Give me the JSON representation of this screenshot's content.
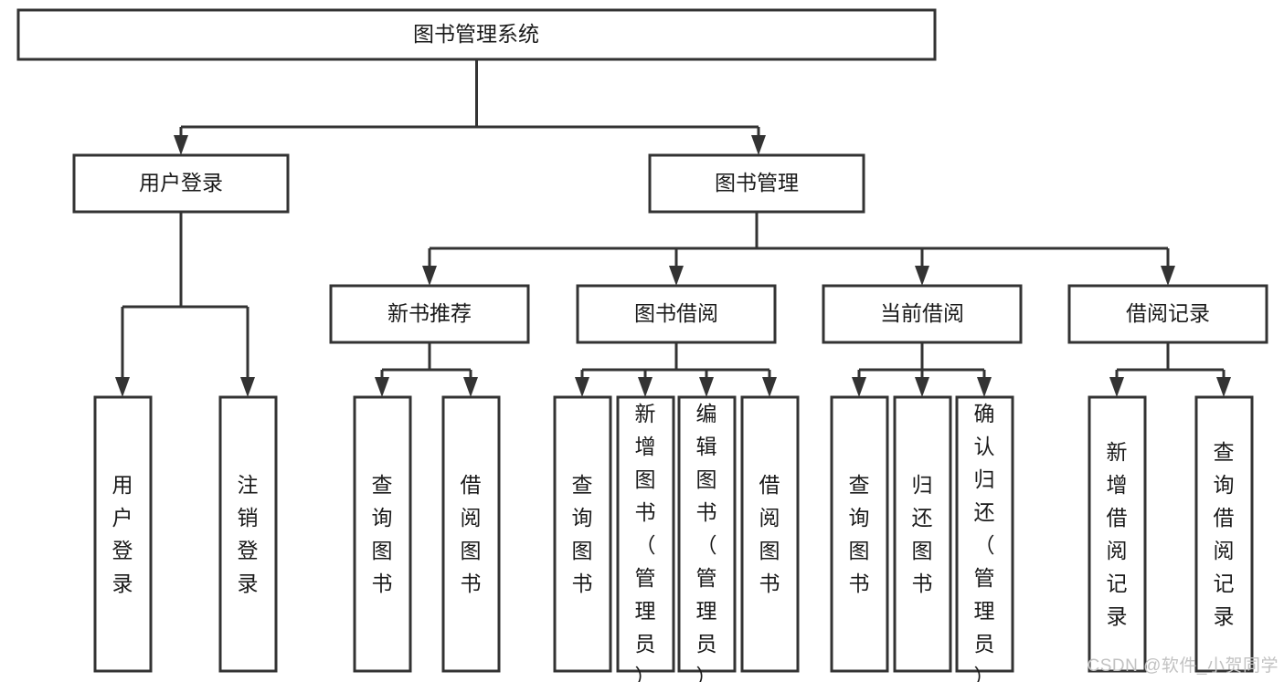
{
  "diagram": {
    "title": "图书管理系统",
    "type": "tree",
    "watermark": "CSDN @软件_小贺同学",
    "nodes": {
      "root": {
        "label": "图书管理系统",
        "level": 0,
        "orientation": "horizontal"
      },
      "login": {
        "label": "用户登录",
        "level": 1,
        "orientation": "horizontal"
      },
      "book_mgmt": {
        "label": "图书管理",
        "level": 1,
        "orientation": "horizontal"
      },
      "new_book_rec": {
        "label": "新书推荐",
        "level": 2,
        "orientation": "horizontal"
      },
      "book_borrow": {
        "label": "图书借阅",
        "level": 2,
        "orientation": "horizontal"
      },
      "current_borrow": {
        "label": "当前借阅",
        "level": 2,
        "orientation": "horizontal"
      },
      "borrow_record": {
        "label": "借阅记录",
        "level": 2,
        "orientation": "horizontal"
      },
      "leaf_user_login": {
        "label": "用户登录",
        "level": 3,
        "orientation": "vertical",
        "align": "middle"
      },
      "leaf_logout": {
        "label": "注销登录",
        "level": 3,
        "orientation": "vertical",
        "align": "middle"
      },
      "leaf_query_book_1": {
        "label": "查询图书",
        "level": 3,
        "orientation": "vertical",
        "align": "middle"
      },
      "leaf_borrow_book_1": {
        "label": "借阅图书",
        "level": 3,
        "orientation": "vertical",
        "align": "middle"
      },
      "leaf_query_book_2": {
        "label": "查询图书",
        "level": 3,
        "orientation": "vertical",
        "align": "middle"
      },
      "leaf_add_book": {
        "label": "新增图书（管理员）",
        "level": 3,
        "orientation": "vertical",
        "align": "top"
      },
      "leaf_edit_book": {
        "label": "编辑图书（管理员）",
        "level": 3,
        "orientation": "vertical",
        "align": "top"
      },
      "leaf_borrow_book_2": {
        "label": "借阅图书",
        "level": 3,
        "orientation": "vertical",
        "align": "middle"
      },
      "leaf_query_book_3": {
        "label": "查询图书",
        "level": 3,
        "orientation": "vertical",
        "align": "middle"
      },
      "leaf_return_book": {
        "label": "归还图书",
        "level": 3,
        "orientation": "vertical",
        "align": "middle"
      },
      "leaf_confirm_return": {
        "label": "确认归还（管理员）",
        "level": 3,
        "orientation": "vertical",
        "align": "top"
      },
      "leaf_add_record": {
        "label": "新增借阅记录",
        "level": 3,
        "orientation": "vertical",
        "align": "middle"
      },
      "leaf_query_record": {
        "label": "查询借阅记录",
        "level": 3,
        "orientation": "vertical",
        "align": "middle"
      }
    },
    "edges": [
      {
        "from": "root",
        "to": "login"
      },
      {
        "from": "root",
        "to": "book_mgmt"
      },
      {
        "from": "login",
        "to": "leaf_user_login"
      },
      {
        "from": "login",
        "to": "leaf_logout"
      },
      {
        "from": "book_mgmt",
        "to": "new_book_rec"
      },
      {
        "from": "book_mgmt",
        "to": "book_borrow"
      },
      {
        "from": "book_mgmt",
        "to": "current_borrow"
      },
      {
        "from": "book_mgmt",
        "to": "borrow_record"
      },
      {
        "from": "new_book_rec",
        "to": "leaf_query_book_1"
      },
      {
        "from": "new_book_rec",
        "to": "leaf_borrow_book_1"
      },
      {
        "from": "book_borrow",
        "to": "leaf_query_book_2"
      },
      {
        "from": "book_borrow",
        "to": "leaf_add_book"
      },
      {
        "from": "book_borrow",
        "to": "leaf_edit_book"
      },
      {
        "from": "book_borrow",
        "to": "leaf_borrow_book_2"
      },
      {
        "from": "current_borrow",
        "to": "leaf_query_book_3"
      },
      {
        "from": "current_borrow",
        "to": "leaf_return_book"
      },
      {
        "from": "current_borrow",
        "to": "leaf_confirm_return"
      },
      {
        "from": "borrow_record",
        "to": "leaf_add_record"
      },
      {
        "from": "borrow_record",
        "to": "leaf_query_record"
      }
    ],
    "colors": {
      "box_stroke": "#333333",
      "box_fill": "#ffffff",
      "text": "#1a1a1a",
      "connector": "#333333",
      "watermark": "#c2c2c2",
      "background": "#ffffff"
    }
  }
}
